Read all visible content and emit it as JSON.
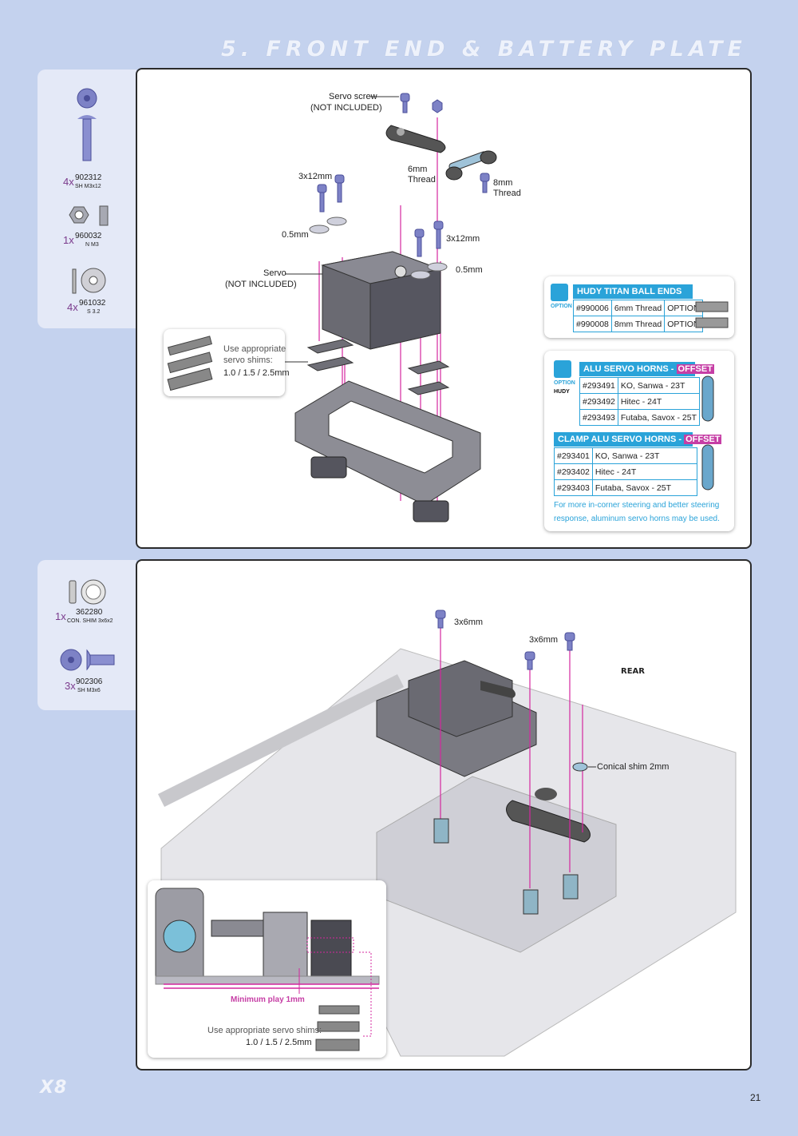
{
  "header": {
    "title": "5. FRONT END & BATTERY PLATE"
  },
  "parts_top": [
    {
      "qty": "4x",
      "number": "902312",
      "desc": "SH M3x12"
    },
    {
      "qty": "1x",
      "number": "960032",
      "desc": "N M3"
    },
    {
      "qty": "4x",
      "number": "961032",
      "desc": "S 3.2"
    }
  ],
  "parts_bottom": [
    {
      "qty": "1x",
      "number": "362280",
      "desc": "CON. SHIM 3x6x2"
    },
    {
      "qty": "3x",
      "number": "902306",
      "desc": "SH M3x6"
    }
  ],
  "step1": {
    "servo_screw": "Servo screw",
    "servo_screw_note": "(NOT INCLUDED)",
    "screw_3x12_a": "3x12mm",
    "screw_3x12_b": "3x12mm",
    "shim_05_a": "0.5mm",
    "shim_05_b": "0.5mm",
    "thread_6": "6mm",
    "thread_6b": "Thread",
    "thread_8": "8mm",
    "thread_8b": "Thread",
    "servo": "Servo",
    "servo_note": "(NOT INCLUDED)",
    "shims_text_1": "Use appropriate",
    "shims_text_2": "servo shims:",
    "shims_text_3": "1.0 / 1.5 / 2.5mm"
  },
  "option_ball_ends": {
    "option_label": "OPTION",
    "header": "HUDY TITAN BALL ENDS",
    "rows": [
      {
        "code": "#990006",
        "desc": "6mm Thread",
        "tag": "OPTION"
      },
      {
        "code": "#990008",
        "desc": "8mm Thread",
        "tag": "OPTION"
      }
    ]
  },
  "option_servo_horns": {
    "option_label": "OPTION",
    "brand": "HUDY",
    "header_main": "ALU SERVO HORNS - ",
    "header_accent": "OFFSET",
    "rows": [
      {
        "code": "#293491",
        "desc": "KO, Sanwa - 23T"
      },
      {
        "code": "#293492",
        "desc": "Hitec - 24T"
      },
      {
        "code": "#293493",
        "desc": "Futaba, Savox - 25T"
      }
    ],
    "clamp_header_main": "CLAMP ALU SERVO HORNS - ",
    "clamp_header_accent": "OFFSET",
    "clamp_rows": [
      {
        "code": "#293401",
        "desc": "KO, Sanwa - 23T"
      },
      {
        "code": "#293402",
        "desc": "Hitec - 24T"
      },
      {
        "code": "#293403",
        "desc": "Futaba, Savox - 25T"
      }
    ],
    "note_1": "For more in-corner steering and better steering",
    "note_2": "response, aluminum servo horns may be used."
  },
  "step2": {
    "screw_3x6_a": "3x6mm",
    "screw_3x6_b": "3x6mm",
    "rear": "REAR",
    "conical_shim": "Conical shim 2mm",
    "min_play": "Minimum play 1mm",
    "shims_text_1": "Use appropriate servo shims:",
    "shims_text_2": "1.0 / 1.5 / 2.5mm"
  },
  "footer": {
    "logo": "X8",
    "page": "21"
  },
  "colors": {
    "accent_blue": "#2aa3d9",
    "accent_magenta": "#c63ea5",
    "background": "#c4d2ee"
  }
}
